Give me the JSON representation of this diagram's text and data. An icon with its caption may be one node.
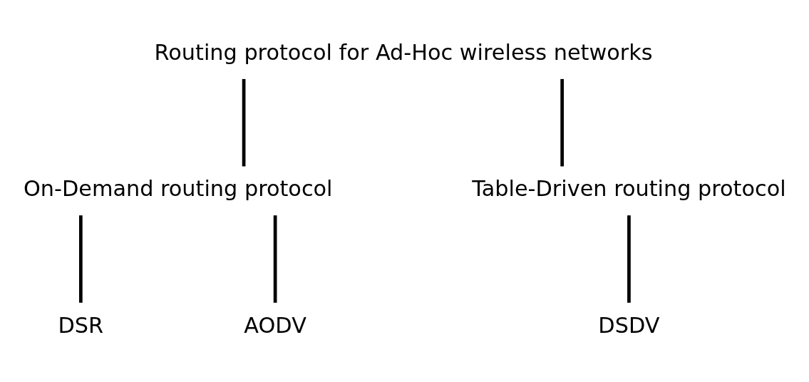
{
  "diagram": {
    "nodes": [
      {
        "text": [
          "Routing protocol for Ad-Hoc wireless networks"
        ]
      },
      {
        "text": [
          "On-Demand routing protocol"
        ]
      },
      {
        "text": [
          "Table-Driven routing protocol"
        ]
      },
      {
        "text": [
          "DSR"
        ]
      },
      {
        "text": [
          "AODV"
        ]
      },
      {
        "text": [
          "DSDV"
        ]
      }
    ],
    "edges": [
      {
        "from": 0,
        "to": 1,
        "arrow": "none"
      },
      {
        "from": 0,
        "to": 2,
        "arrow": "none"
      },
      {
        "from": 1,
        "to": 3,
        "arrow": "none"
      },
      {
        "from": 1,
        "to": 4,
        "arrow": "none"
      },
      {
        "from": 2,
        "to": 5,
        "arrow": "none"
      }
    ]
  }
}
